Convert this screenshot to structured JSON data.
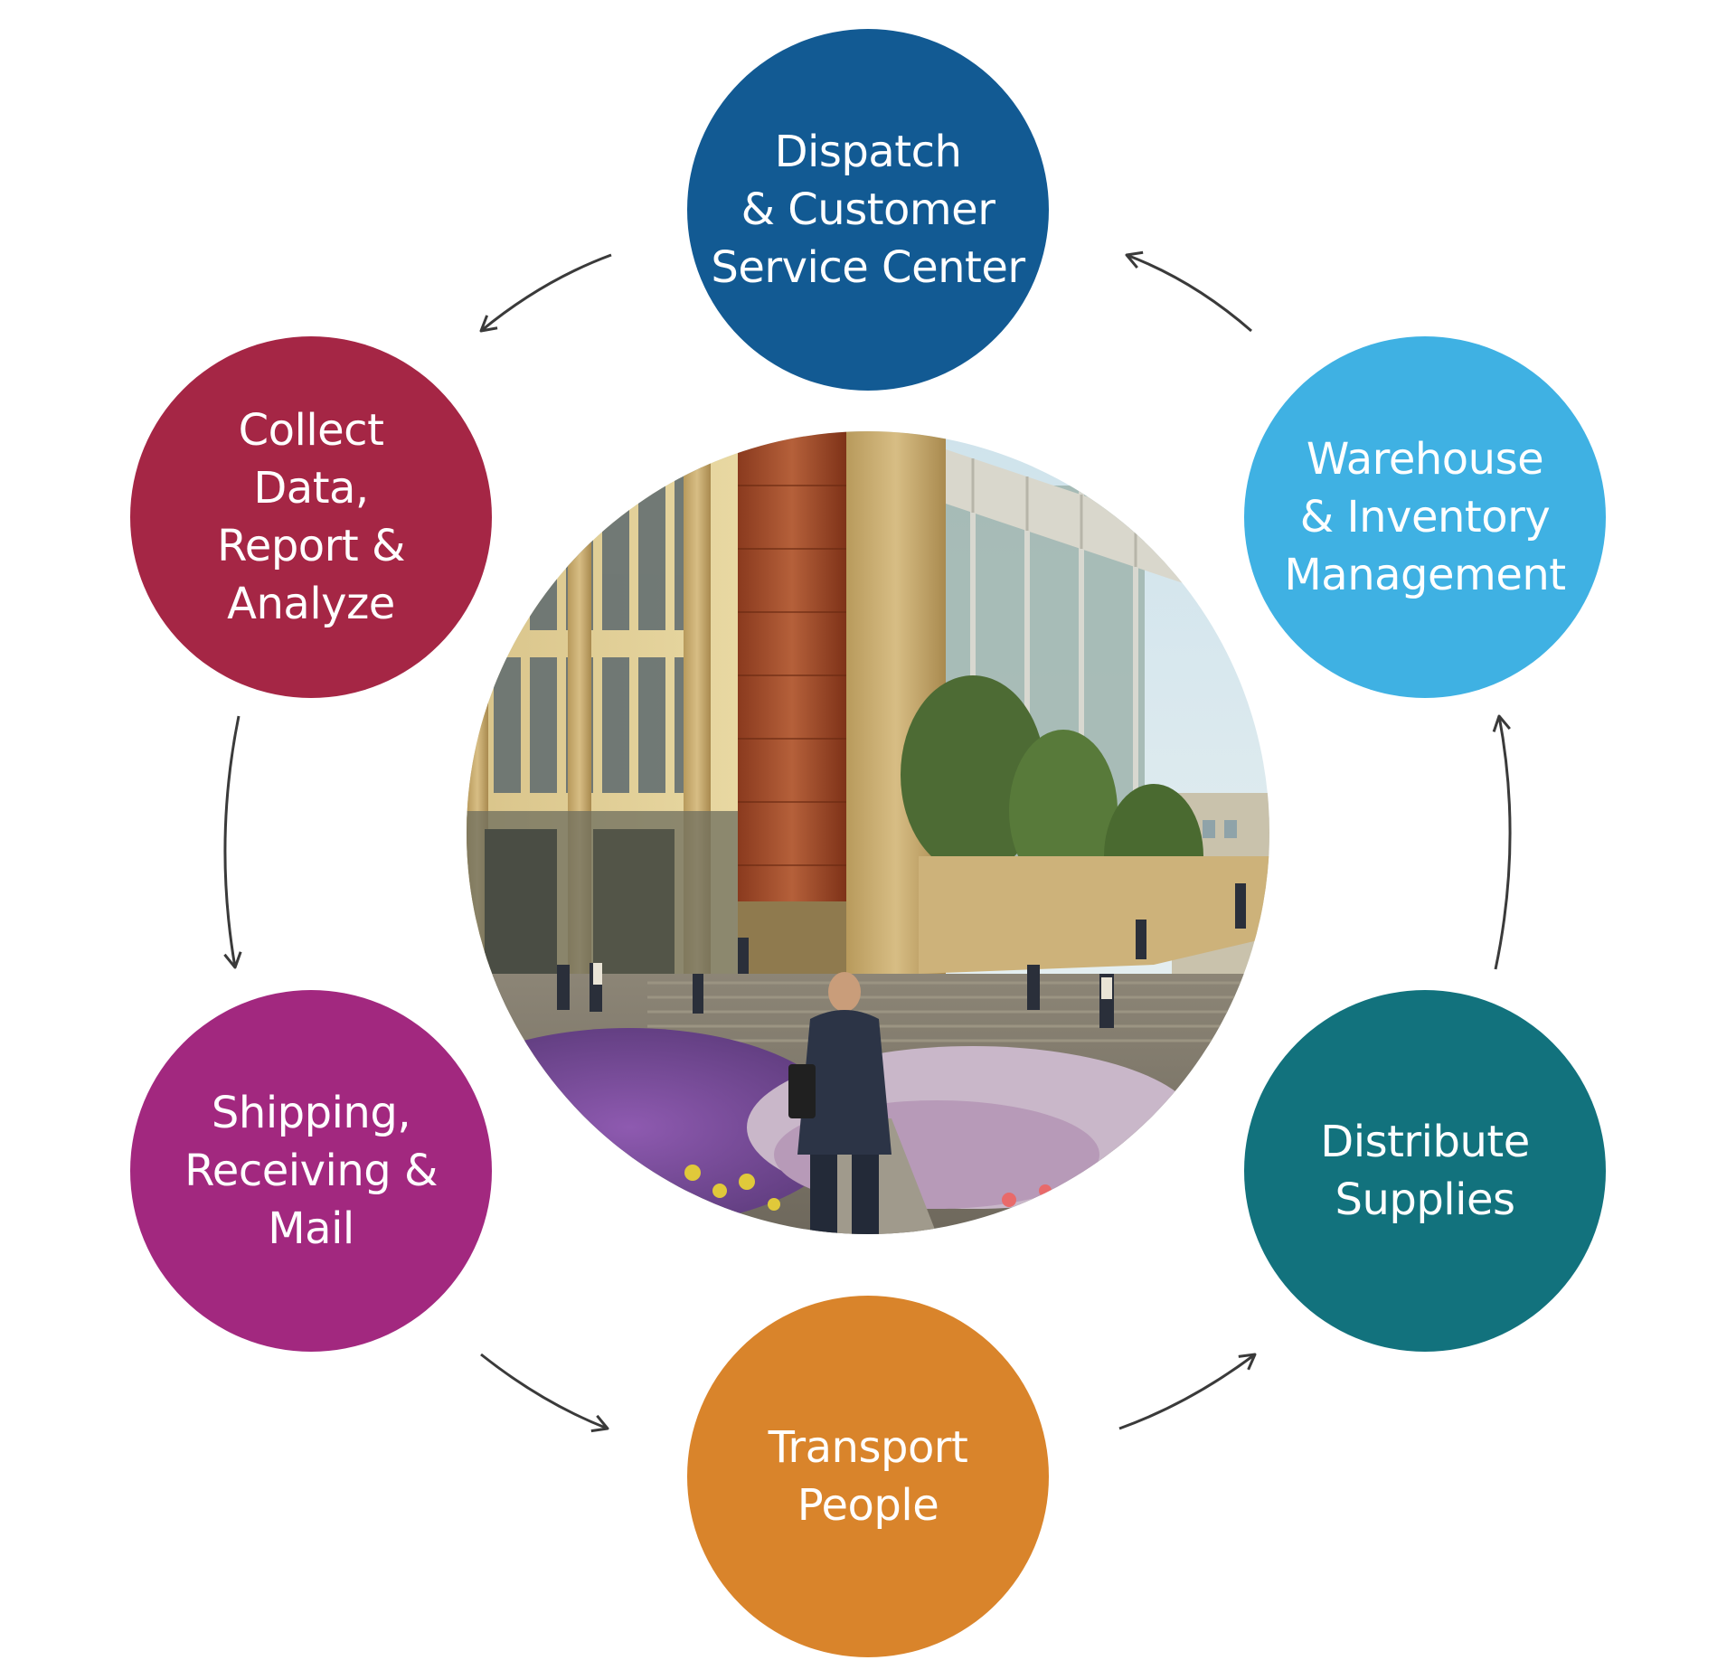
{
  "nodes": {
    "dispatch": {
      "label": "Dispatch\n& Customer\nService Center",
      "color": "#125a93"
    },
    "warehouse": {
      "label": "Warehouse\n& Inventory\nManagement",
      "color": "#3fb1e3"
    },
    "distribute": {
      "label": "Distribute\nSupplies",
      "color": "#12727d"
    },
    "transport": {
      "label": "Transport\nPeople",
      "color": "#d9842b"
    },
    "shipping": {
      "label": "Shipping,\nReceiving &\nMail",
      "color": "#a2287f"
    },
    "collect": {
      "label": "Collect\nData,\nReport &\nAnalyze",
      "color": "#a52645"
    }
  },
  "center_image": "photo-of-office-building-plaza-with-people-and-flower-garden",
  "arrow_color": "#3a3a3a"
}
